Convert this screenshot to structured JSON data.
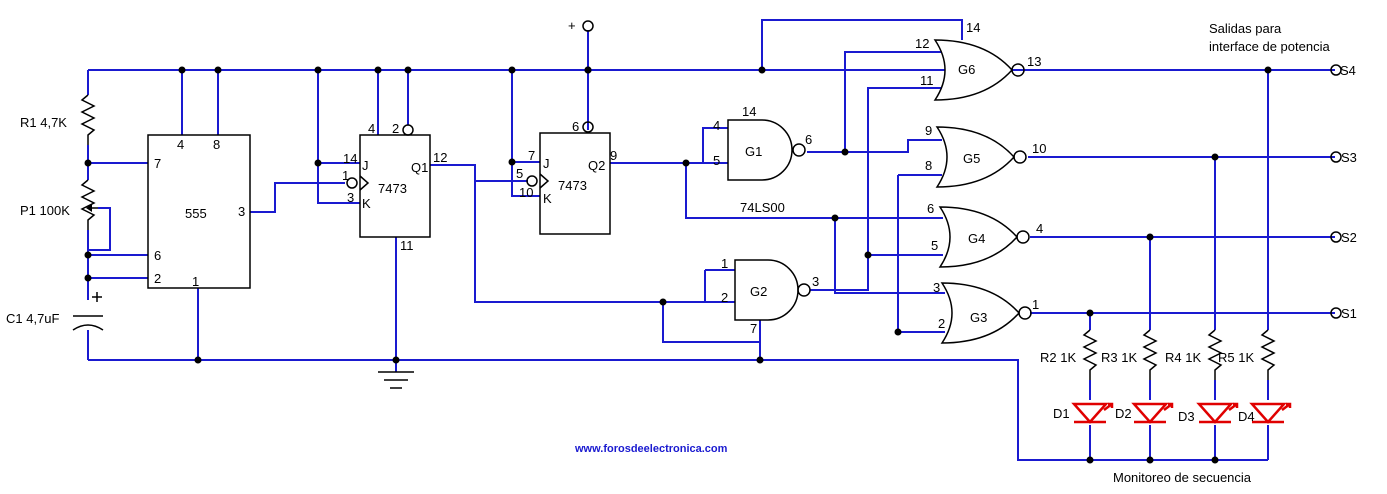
{
  "output_heading": [
    "Salidas para",
    "interface de potencia"
  ],
  "monitor_label": "Monitoreo de secuencia",
  "website": "www.forosdeelectronica.com",
  "supply_symbol": "+",
  "timer": {
    "name": "555",
    "pins": [
      "4",
      "8",
      "7",
      "6",
      "2",
      "3",
      "1"
    ]
  },
  "ff1": {
    "name": "7473",
    "j": "J",
    "k": "K",
    "q": "Q1",
    "pins": [
      "4",
      "2",
      "14",
      "1",
      "3",
      "12",
      "11"
    ]
  },
  "ff2": {
    "name": "7473",
    "j": "J",
    "k": "K",
    "q": "Q2",
    "pins": [
      "6",
      "7",
      "5",
      "10",
      "9"
    ]
  },
  "nand_chip": "74LS00",
  "g1": {
    "name": "G1",
    "pins": [
      "4",
      "5",
      "6",
      "14"
    ]
  },
  "g2": {
    "name": "G2",
    "pins": [
      "1",
      "2",
      "3",
      "7"
    ]
  },
  "g6": {
    "name": "G6",
    "pins": [
      "12",
      "11",
      "13",
      "14"
    ]
  },
  "g5": {
    "name": "G5",
    "pins": [
      "9",
      "8",
      "10"
    ]
  },
  "g4": {
    "name": "G4",
    "pins": [
      "6",
      "5",
      "4"
    ]
  },
  "g3": {
    "name": "G3",
    "pins": [
      "3",
      "2",
      "1"
    ]
  },
  "components": {
    "r1": "R1 4,7K",
    "p1": "P1 100K",
    "c1": "C1 4,7uF",
    "r2": "R2 1K",
    "r3": "R3 1K",
    "r4": "R4 1K",
    "r5": "R5 1K",
    "d1": "D1",
    "d2": "D2",
    "d3": "D3",
    "d4": "D4"
  },
  "outputs": [
    "S4",
    "S3",
    "S2",
    "S1"
  ]
}
